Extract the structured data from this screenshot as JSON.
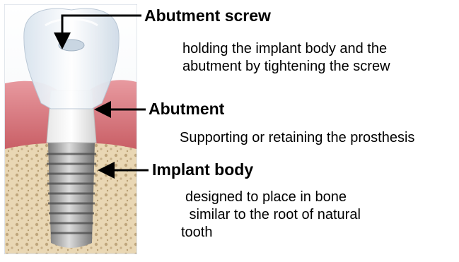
{
  "labels": {
    "abutment_screw": {
      "title": "Abutment screw",
      "description": [
        "holding the implant body and the",
        "abutment by tightening the screw"
      ]
    },
    "abutment": {
      "title": "Abutment",
      "description": [
        "Supporting or retaining the prosthesis"
      ]
    },
    "implant_body": {
      "title": "Implant body",
      "description": [
        "designed to place in bone",
        " similar to the root of natural",
        "tooth"
      ]
    }
  },
  "colors": {
    "gum": "#d9767c",
    "bone": "#e9d7b4",
    "crown": "#e6eef5",
    "metal": "#a9a9a9",
    "arrow": "#000000"
  }
}
